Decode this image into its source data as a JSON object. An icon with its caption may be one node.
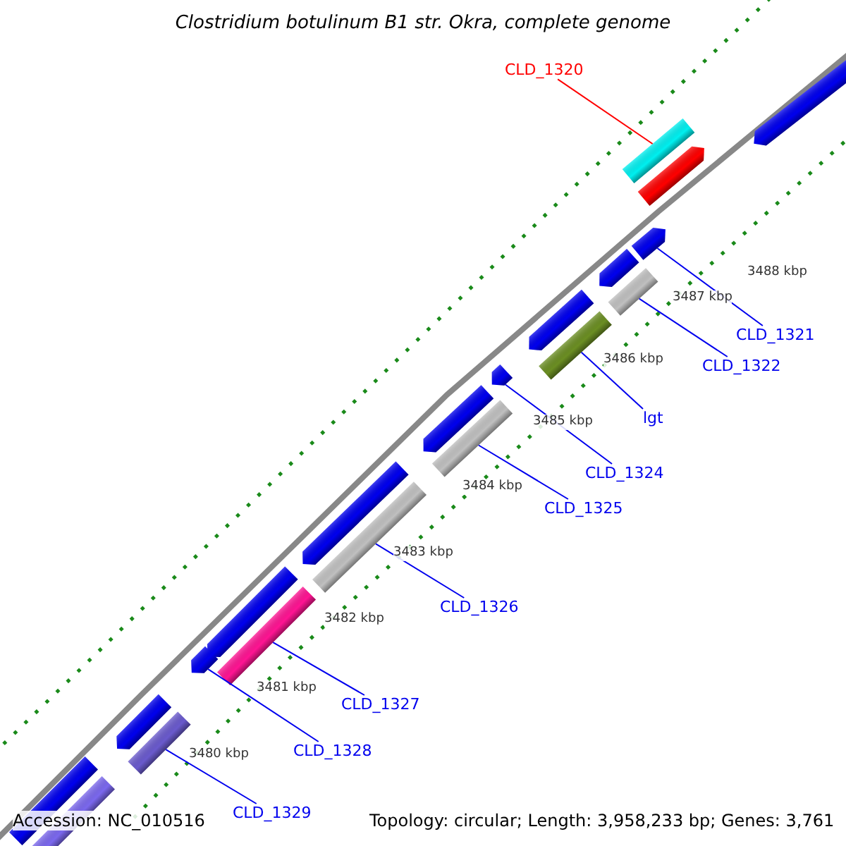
{
  "diagram": {
    "title": "Clostridium botulinum B1 str. Okra, complete genome",
    "nodes": [
      {
        "text": [
          "CLD_1320"
        ]
      },
      {
        "text": [],
        "shape": "bar"
      },
      {
        "text": [
          "CLD_1321"
        ]
      },
      {
        "text": [],
        "shape": "bar"
      },
      {
        "text": [
          "CLD_1322"
        ]
      },
      {
        "text": [],
        "shape": "bar"
      },
      {
        "text": [
          "lgt"
        ]
      },
      {
        "text": [],
        "shape": "bar"
      },
      {
        "text": [
          "CLD_1324"
        ]
      },
      {
        "text": [],
        "shape": "bar"
      },
      {
        "text": [
          "CLD_1325"
        ]
      },
      {
        "text": [],
        "shape": "bar"
      },
      {
        "text": [
          "CLD_1326"
        ]
      },
      {
        "text": [],
        "shape": "bar"
      },
      {
        "text": [
          "CLD_1327"
        ]
      },
      {
        "text": [],
        "shape": "bar"
      },
      {
        "text": [
          "CLD_1328"
        ]
      },
      {
        "text": [],
        "shape": "bar"
      },
      {
        "text": [
          "CLD_1329"
        ]
      },
      {
        "text": [],
        "shape": "bar"
      },
      {
        "text": [],
        "shape": "bar"
      },
      {
        "text": [],
        "shape": "bar"
      },
      {
        "text": [],
        "shape": "bar"
      },
      {
        "text": [],
        "shape": "bar"
      },
      {
        "text": [],
        "shape": "bar"
      },
      {
        "text": [],
        "shape": "bar"
      },
      {
        "text": [],
        "shape": "bar"
      },
      {
        "text": [],
        "shape": "bar"
      },
      {
        "text": [],
        "shape": "bar"
      },
      {
        "text": [],
        "shape": "bar"
      }
    ],
    "edges": [
      {
        "from": 0,
        "to": 1,
        "arrow": "none",
        "color": "#ff0000"
      },
      {
        "from": 2,
        "to": 3,
        "arrow": "none"
      },
      {
        "from": 4,
        "to": 5,
        "arrow": "none"
      },
      {
        "from": 6,
        "to": 7,
        "arrow": "none"
      },
      {
        "from": 8,
        "to": 9,
        "arrow": "none"
      },
      {
        "from": 10,
        "to": 11,
        "arrow": "none"
      },
      {
        "from": 12,
        "to": 13,
        "arrow": "none"
      },
      {
        "from": 14,
        "to": 15,
        "arrow": "none"
      },
      {
        "from": 16,
        "to": 17,
        "arrow": "none"
      },
      {
        "from": 18,
        "to": 19,
        "arrow": "none"
      }
    ],
    "labels": [
      "3488 kbp",
      "3487 kbp",
      "3486 kbp",
      "3485 kbp",
      "3484 kbp",
      "3483 kbp",
      "3482 kbp",
      "3481 kbp",
      "3480 kbp",
      "Accession: NC_010516",
      "Topology: circular; Length: 3,958,233 bp; Genes: 3,761"
    ]
  }
}
